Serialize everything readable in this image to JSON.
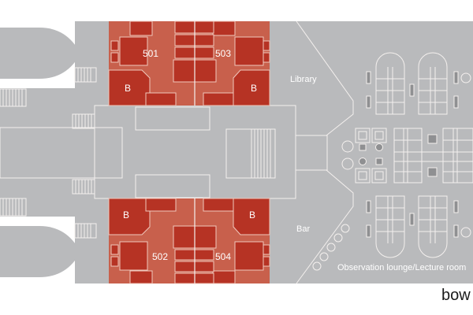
{
  "map": {
    "title": "Deck 5 plan",
    "colors": {
      "deck": "#b9babc",
      "cabin_floor": "#c8604c",
      "cabin_furniture": "#b63324",
      "lines": "#f4f0ee"
    },
    "cabins": [
      {
        "number": "501",
        "bath_label": "B"
      },
      {
        "number": "503",
        "bath_label": "B"
      },
      {
        "number": "502",
        "bath_label": "B"
      },
      {
        "number": "504",
        "bath_label": "B"
      }
    ],
    "areas": {
      "library": "Library",
      "bar": "Bar",
      "lounge": "Observation lounge/Lecture room"
    },
    "orientation_label": "bow"
  }
}
